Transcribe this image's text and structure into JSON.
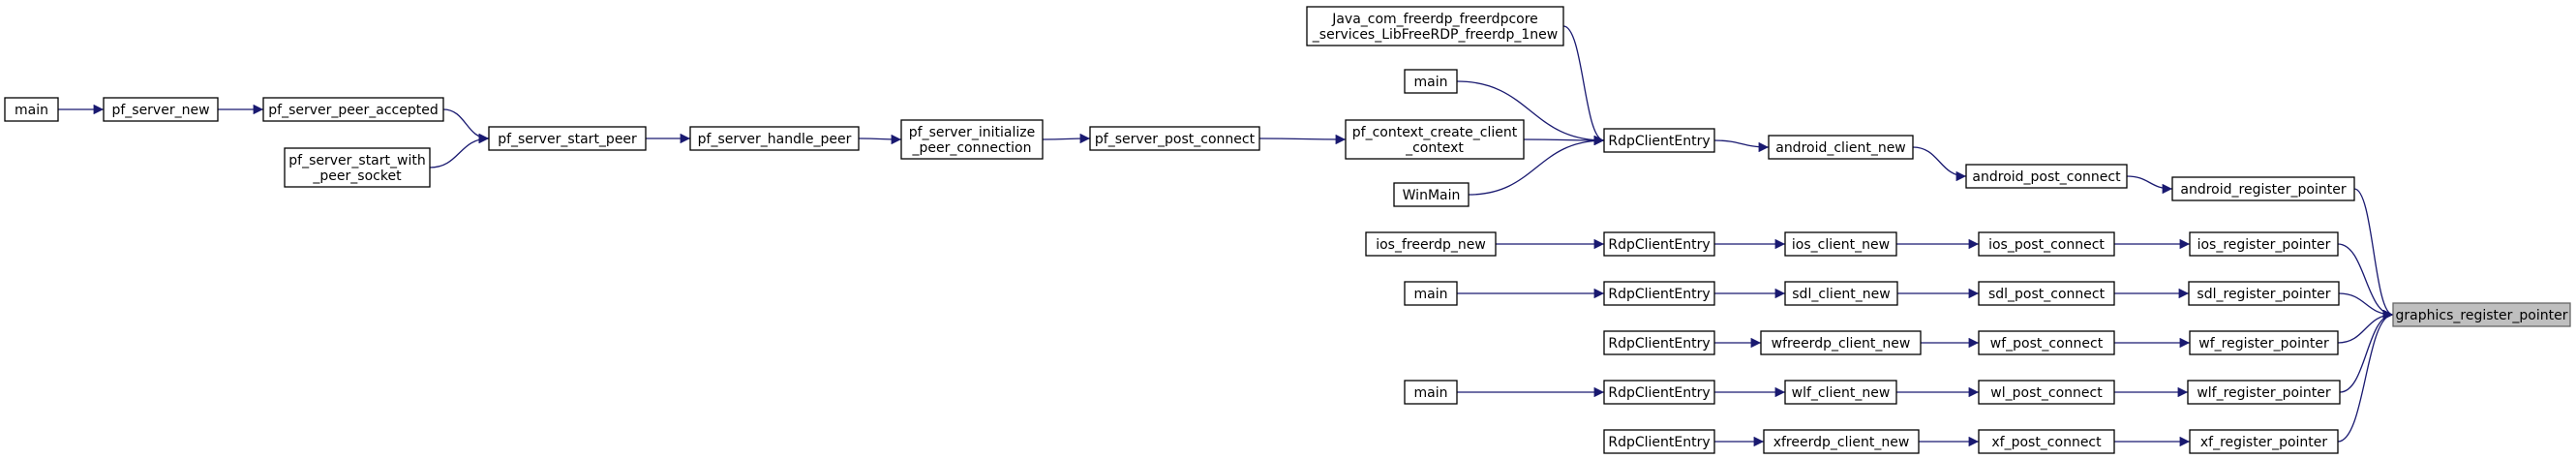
{
  "focus_function": "graphics_register_pointer",
  "nodes": {
    "main_a": {
      "lines": [
        "main"
      ]
    },
    "pf_server_new": {
      "lines": [
        "pf_server_new"
      ]
    },
    "pf_server_peer_accepted": {
      "lines": [
        "pf_server_peer_accepted"
      ]
    },
    "pf_server_start_with_peer_socket": {
      "lines": [
        "pf_server_start_with",
        "_peer_socket"
      ]
    },
    "pf_server_start_peer": {
      "lines": [
        "pf_server_start_peer"
      ]
    },
    "pf_server_handle_peer": {
      "lines": [
        "pf_server_handle_peer"
      ]
    },
    "pf_server_initialize_peer_connection": {
      "lines": [
        "pf_server_initialize",
        "_peer_connection"
      ]
    },
    "pf_server_post_connect": {
      "lines": [
        "pf_server_post_connect"
      ]
    },
    "pf_context_create_client_context": {
      "lines": [
        "pf_context_create_client",
        "_context"
      ]
    },
    "java_freerdp_new": {
      "lines": [
        "Java_com_freerdp_freerdpcore",
        "_services_LibFreeRDP_freerdp_1new"
      ]
    },
    "main_b": {
      "lines": [
        "main"
      ]
    },
    "winmain": {
      "lines": [
        "WinMain"
      ]
    },
    "rdp_android": {
      "lines": [
        "RdpClientEntry"
      ]
    },
    "android_client_new": {
      "lines": [
        "android_client_new"
      ]
    },
    "android_post_connect": {
      "lines": [
        "android_post_connect"
      ]
    },
    "android_register_pointer": {
      "lines": [
        "android_register_pointer"
      ]
    },
    "ios_freerdp_new": {
      "lines": [
        "ios_freerdp_new"
      ]
    },
    "rdp_ios": {
      "lines": [
        "RdpClientEntry"
      ]
    },
    "ios_client_new": {
      "lines": [
        "ios_client_new"
      ]
    },
    "ios_post_connect": {
      "lines": [
        "ios_post_connect"
      ]
    },
    "ios_register_pointer": {
      "lines": [
        "ios_register_pointer"
      ]
    },
    "main_sdl": {
      "lines": [
        "main"
      ]
    },
    "rdp_sdl": {
      "lines": [
        "RdpClientEntry"
      ]
    },
    "sdl_client_new": {
      "lines": [
        "sdl_client_new"
      ]
    },
    "sdl_post_connect": {
      "lines": [
        "sdl_post_connect"
      ]
    },
    "sdl_register_pointer": {
      "lines": [
        "sdl_register_pointer"
      ]
    },
    "rdp_wf": {
      "lines": [
        "RdpClientEntry"
      ]
    },
    "wfreerdp_client_new": {
      "lines": [
        "wfreerdp_client_new"
      ]
    },
    "wf_post_connect": {
      "lines": [
        "wf_post_connect"
      ]
    },
    "wf_register_pointer": {
      "lines": [
        "wf_register_pointer"
      ]
    },
    "main_wl": {
      "lines": [
        "main"
      ]
    },
    "rdp_wl": {
      "lines": [
        "RdpClientEntry"
      ]
    },
    "wlf_client_new": {
      "lines": [
        "wlf_client_new"
      ]
    },
    "wl_post_connect": {
      "lines": [
        "wl_post_connect"
      ]
    },
    "wlf_register_pointer": {
      "lines": [
        "wlf_register_pointer"
      ]
    },
    "rdp_xf": {
      "lines": [
        "RdpClientEntry"
      ]
    },
    "xfreerdp_client_new": {
      "lines": [
        "xfreerdp_client_new"
      ]
    },
    "xf_post_connect": {
      "lines": [
        "xf_post_connect"
      ]
    },
    "xf_register_pointer": {
      "lines": [
        "xf_register_pointer"
      ]
    },
    "graphics_register_pointer": {
      "lines": [
        "graphics_register_pointer"
      ]
    }
  },
  "edges": [
    [
      "main_a",
      "pf_server_new"
    ],
    [
      "pf_server_new",
      "pf_server_peer_accepted"
    ],
    [
      "pf_server_peer_accepted",
      "pf_server_start_peer"
    ],
    [
      "pf_server_start_with_peer_socket",
      "pf_server_start_peer"
    ],
    [
      "pf_server_start_peer",
      "pf_server_handle_peer"
    ],
    [
      "pf_server_handle_peer",
      "pf_server_initialize_peer_connection"
    ],
    [
      "pf_server_initialize_peer_connection",
      "pf_server_post_connect"
    ],
    [
      "pf_server_post_connect",
      "pf_context_create_client_context"
    ],
    [
      "pf_context_create_client_context",
      "rdp_android"
    ],
    [
      "java_freerdp_new",
      "rdp_android"
    ],
    [
      "main_b",
      "rdp_android"
    ],
    [
      "winmain",
      "rdp_android"
    ],
    [
      "rdp_android",
      "android_client_new"
    ],
    [
      "android_client_new",
      "android_post_connect"
    ],
    [
      "android_post_connect",
      "android_register_pointer"
    ],
    [
      "android_register_pointer",
      "graphics_register_pointer"
    ],
    [
      "ios_freerdp_new",
      "rdp_ios"
    ],
    [
      "rdp_ios",
      "ios_client_new"
    ],
    [
      "ios_client_new",
      "ios_post_connect"
    ],
    [
      "ios_post_connect",
      "ios_register_pointer"
    ],
    [
      "ios_register_pointer",
      "graphics_register_pointer"
    ],
    [
      "main_sdl",
      "rdp_sdl"
    ],
    [
      "rdp_sdl",
      "sdl_client_new"
    ],
    [
      "sdl_client_new",
      "sdl_post_connect"
    ],
    [
      "sdl_post_connect",
      "sdl_register_pointer"
    ],
    [
      "sdl_register_pointer",
      "graphics_register_pointer"
    ],
    [
      "rdp_wf",
      "wfreerdp_client_new"
    ],
    [
      "wfreerdp_client_new",
      "wf_post_connect"
    ],
    [
      "wf_post_connect",
      "wf_register_pointer"
    ],
    [
      "wf_register_pointer",
      "graphics_register_pointer"
    ],
    [
      "main_wl",
      "rdp_wl"
    ],
    [
      "rdp_wl",
      "wlf_client_new"
    ],
    [
      "wlf_client_new",
      "wl_post_connect"
    ],
    [
      "wl_post_connect",
      "wlf_register_pointer"
    ],
    [
      "wlf_register_pointer",
      "graphics_register_pointer"
    ],
    [
      "rdp_xf",
      "xfreerdp_client_new"
    ],
    [
      "xfreerdp_client_new",
      "xf_post_connect"
    ],
    [
      "xf_post_connect",
      "xf_register_pointer"
    ],
    [
      "xf_register_pointer",
      "graphics_register_pointer"
    ]
  ],
  "colors": {
    "edge": "#191970",
    "node_border": "#000000",
    "node_fill": "#ffffff",
    "focus_fill": "#bfbfbf",
    "focus_border": "#666666"
  }
}
